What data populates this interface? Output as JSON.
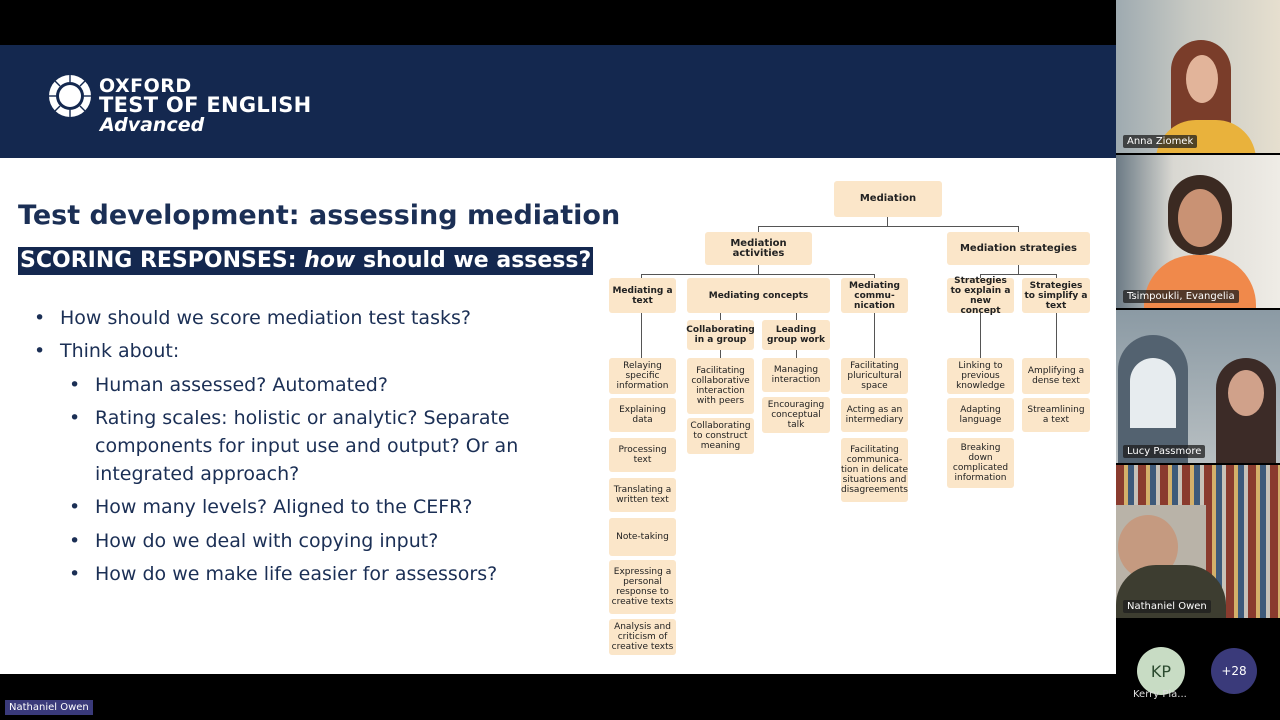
{
  "slide": {
    "logo": {
      "line1": "OXFORD",
      "line2": "TEST OF ENGLISH",
      "line3": "Advanced"
    },
    "title": "Test development: assessing mediation",
    "subtitle": {
      "pre": "SCORING RESPONSES: ",
      "emph": "how",
      "post": " should we assess?"
    },
    "bullets": [
      "How should we score mediation test tasks?",
      "Think about:"
    ],
    "sub_bullets": [
      "Human assessed? Automated?",
      "Rating scales: holistic or analytic? Separate components for input use and output? Or an integrated approach?",
      "How many levels? Aligned to the CEFR?",
      "How do we deal with copying input?",
      "How do we make life easier for assessors?"
    ],
    "bullet_glyph": "•"
  },
  "diagram": {
    "root": "Mediation",
    "activities": "Mediation activities",
    "strategies": "Mediation strategies",
    "mediating_text": "Mediating a text",
    "mediating_concepts": "Mediating concepts",
    "mediating_communication": "Mediating commu-nication",
    "explain_concept": "Strategies to explain a new concept",
    "simplify_text": "Strategies to simplify a text",
    "collab_group": "Collaborating in a group",
    "leading_group": "Leading group work",
    "text_items": [
      "Relaying specific information",
      "Explaining data",
      "Processing text",
      "Translating a written text",
      "Note-taking",
      "Expressing a personal response to creative texts",
      "Analysis and criticism of creative texts"
    ],
    "collab_items": [
      "Facilitating collaborative interaction with peers",
      "Collaborating to construct meaning"
    ],
    "leading_items": [
      "Managing interaction",
      "Encouraging conceptual talk"
    ],
    "comm_items": [
      "Facilitating pluricultural space",
      "Acting as an intermediary",
      "Facilitating communica-tion in delicate situations and disagreements"
    ],
    "explain_items": [
      "Linking to previous knowledge",
      "Adapting language",
      "Breaking down complicated information"
    ],
    "simplify_items": [
      "Amplifying a dense text",
      "Streamlining a text"
    ]
  },
  "participants": [
    {
      "name": "Anna Ziomek"
    },
    {
      "name": "Tsimpoukli, Evangelia"
    },
    {
      "name": "Lucy Passmore"
    },
    {
      "name": "Nathaniel Owen"
    }
  ],
  "extra": {
    "initials": "KP",
    "name": "Kerry Pla...",
    "more": "+28"
  },
  "speaker": "Nathaniel Owen",
  "colors": {
    "navy": "#14284f",
    "box": "#fbe6c9"
  }
}
